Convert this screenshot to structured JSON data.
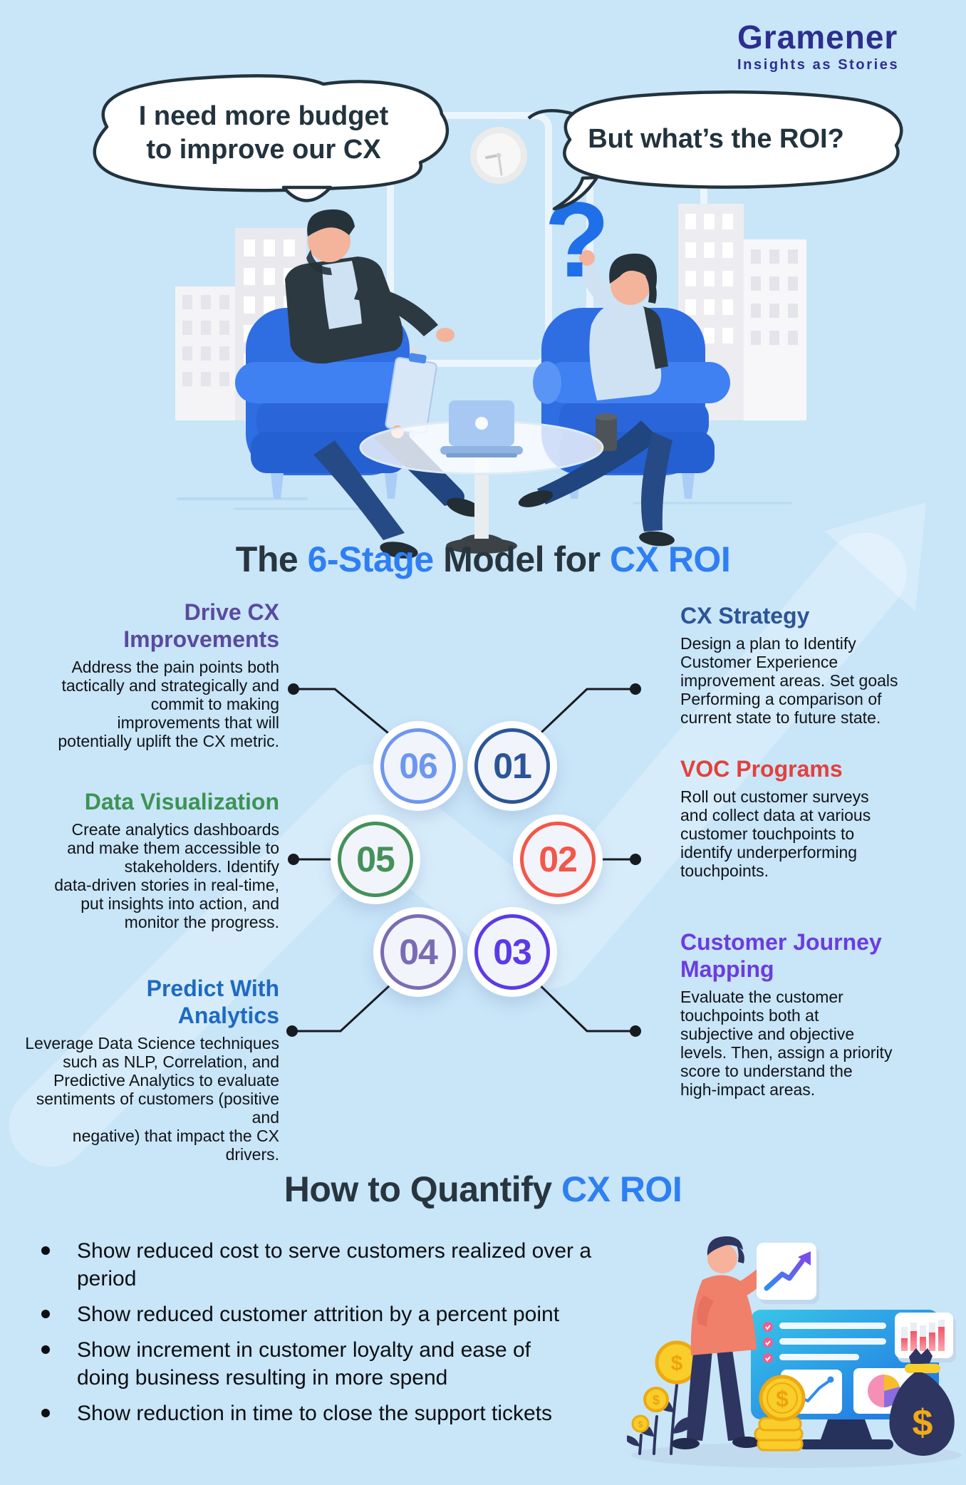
{
  "background_color": "#c9e5f8",
  "logo": {
    "wordmark": "Gramener",
    "tagline": "Insights as Stories",
    "color": "#2c2f8e"
  },
  "speech_bubbles": {
    "left": "I need more budget\nto improve our CX",
    "right": "But what’s the ROI?"
  },
  "hero": {
    "question_mark": "?"
  },
  "model_title": {
    "prefix": "The ",
    "accent1": "6-Stage",
    "middle": " Model for ",
    "accent2": "CX ROI",
    "dark_color": "#28353f",
    "accent_color": "#2e7ff2"
  },
  "stages": [
    {
      "number": "01",
      "title": "CX Strategy",
      "title_color": "#2b5596",
      "circle_color": "#2b5596",
      "description": "Design a plan to Identify\nCustomer Experience\nimprovement areas. Set goals\nPerforming a comparison of\ncurrent state to future state."
    },
    {
      "number": "02",
      "title": "VOC Programs",
      "title_color": "#e2413d",
      "circle_color": "#f4564a",
      "description": "Roll out customer surveys\nand collect data at various\ncustomer touchpoints to\nidentify underperforming\ntouchpoints."
    },
    {
      "number": "03",
      "title": "Customer Journey\nMapping",
      "title_color": "#6a3ce2",
      "circle_color": "#5b3ae8",
      "description": "Evaluate the customer\ntouchpoints both at\nsubjective and objective\nlevels. Then, assign a priority\nscore to understand the\nhigh-impact areas."
    },
    {
      "number": "04",
      "title": "Predict With\nAnalytics",
      "title_color": "#1e6ac1",
      "circle_color": "#7a6cb4",
      "description": "Leverage Data Science techniques\nsuch as NLP, Correlation, and\nPredictive Analytics to evaluate\nsentiments of customers (positive and\nnegative) that impact the CX drivers."
    },
    {
      "number": "05",
      "title": "Data Visualization",
      "title_color": "#3d9355",
      "circle_color": "#44915a",
      "description": "Create analytics dashboards\nand make them accessible to\nstakeholders. Identify\ndata-driven stories in real-time,\nput insights into action, and\nmonitor the progress."
    },
    {
      "number": "06",
      "title": "Drive CX\nImprovements",
      "title_color": "#5a4a9f",
      "circle_color": "#6d97ef",
      "description": "Address the pain points both\ntactically and strategically and\ncommit to making\nimprovements that will\npotentially uplift the CX metric."
    }
  ],
  "quantify": {
    "title_prefix": "How to Quantify ",
    "title_accent": "CX ROI",
    "bullets": [
      "Show reduced cost to serve customers realized over a period",
      "Show reduced customer attrition by a percent point",
      "Show increment in customer loyalty and ease of\ndoing business resulting in more spend",
      "Show reduction in time to close the support tickets"
    ]
  }
}
